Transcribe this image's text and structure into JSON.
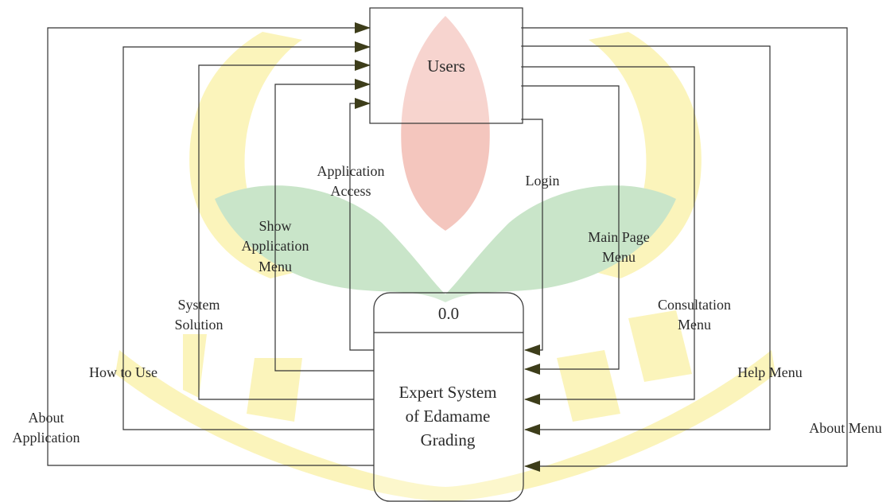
{
  "entity": {
    "label": "Users"
  },
  "process": {
    "number": "0.0",
    "name_lines": [
      "Expert System",
      "of Edamame",
      "Grading"
    ]
  },
  "labels": {
    "about_application": [
      "About",
      "Application"
    ],
    "how_to_use": [
      "How to Use"
    ],
    "system_solution": [
      "System",
      "Solution"
    ],
    "show_application_menu": [
      "Show",
      "Application",
      "Menu"
    ],
    "application_access": [
      "Application",
      "Access"
    ],
    "login": [
      "Login"
    ],
    "main_page_menu": [
      "Main Page",
      "Menu"
    ],
    "consultation_menu": [
      "Consultation",
      "Menu"
    ],
    "help_menu": [
      "Help Menu"
    ],
    "about_menu": [
      "About Menu"
    ]
  },
  "colors": {
    "watermark_yellow": "#fbf3b4",
    "watermark_green": "#c4e3c4",
    "watermark_red": "#f3c0b8",
    "arrow_fill": "#3d3d1a"
  }
}
